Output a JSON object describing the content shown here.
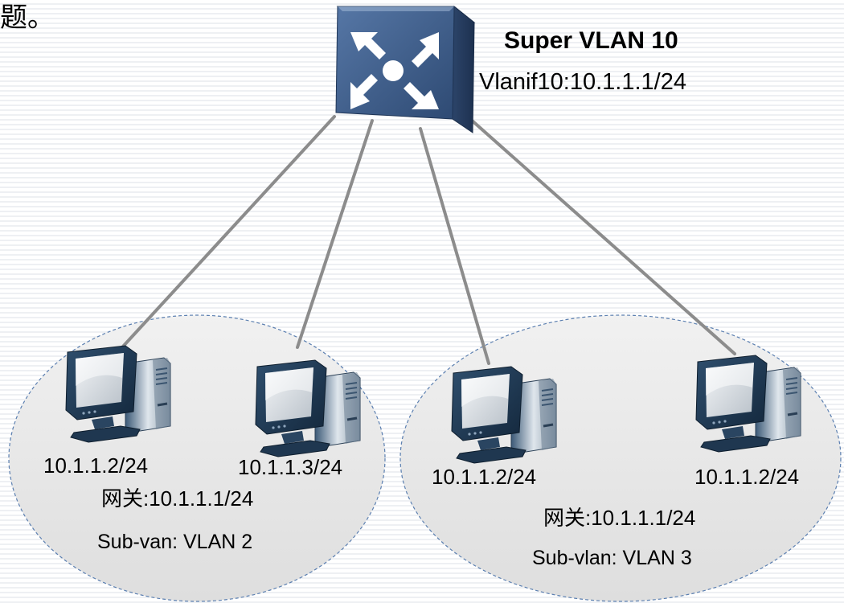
{
  "header": {
    "title": "题。"
  },
  "switch": {
    "name": "Super VLAN 10",
    "interface": "Vlanif10:10.1.1.1/24",
    "icon": "l3-switch-icon"
  },
  "groups": [
    {
      "label": "Sub-van: VLAN 2",
      "gateway": "网关:10.1.1.1/24",
      "hosts": [
        {
          "ip": "10.1.1.2/24",
          "icon": "pc-icon"
        },
        {
          "ip": "10.1.1.3/24",
          "icon": "pc-icon"
        }
      ]
    },
    {
      "label": "Sub-vlan: VLAN 3",
      "gateway": "网关:10.1.1.1/24",
      "hosts": [
        {
          "ip": "10.1.1.2/24",
          "icon": "pc-icon"
        },
        {
          "ip": "10.1.1.2/24",
          "icon": "pc-icon"
        }
      ]
    }
  ],
  "colors": {
    "link": "#8c8c8c",
    "ellipse_fill": "#e6e6e6",
    "ellipse_border": "#5b7fb0",
    "switch_front": "#3f5f8c",
    "switch_top": "#6d8db8"
  }
}
